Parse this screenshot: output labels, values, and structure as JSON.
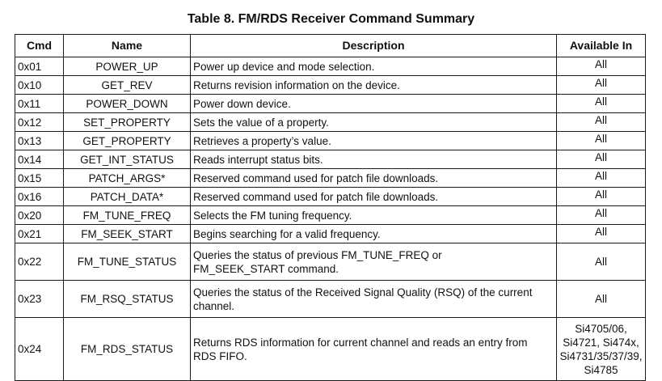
{
  "title": "Table 8. FM/RDS Receiver Command Summary",
  "table": {
    "headers": [
      "Cmd",
      "Name",
      "Description",
      "Available In"
    ],
    "rows": [
      {
        "cmd": "0x01",
        "name": "POWER_UP",
        "description": "Power up device and mode selection.",
        "available": "All"
      },
      {
        "cmd": "0x10",
        "name": "GET_REV",
        "description": "Returns revision information on the device.",
        "available": "All"
      },
      {
        "cmd": "0x11",
        "name": "POWER_DOWN",
        "description": "Power down device.",
        "available": "All"
      },
      {
        "cmd": "0x12",
        "name": "SET_PROPERTY",
        "description": "Sets the value of a property.",
        "available": "All"
      },
      {
        "cmd": "0x13",
        "name": "GET_PROPERTY",
        "description": "Retrieves a property’s value.",
        "available": "All"
      },
      {
        "cmd": "0x14",
        "name": "GET_INT_STATUS",
        "description": "Reads interrupt status bits.",
        "available": "All"
      },
      {
        "cmd": "0x15",
        "name": "PATCH_ARGS*",
        "description": "Reserved command used for patch file downloads.",
        "available": "All"
      },
      {
        "cmd": "0x16",
        "name": "PATCH_DATA*",
        "description": "Reserved command used for patch file downloads.",
        "available": "All"
      },
      {
        "cmd": "0x20",
        "name": "FM_TUNE_FREQ",
        "description": "Selects the FM tuning frequency.",
        "available": "All"
      },
      {
        "cmd": "0x21",
        "name": "FM_SEEK_START",
        "description": "Begins searching for a valid frequency.",
        "available": "All"
      },
      {
        "cmd": "0x22",
        "name": "FM_TUNE_STATUS",
        "description_lines": [
          "Queries the status of previous FM_TUNE_FREQ or",
          "FM_SEEK_START command."
        ],
        "available": "All"
      },
      {
        "cmd": "0x23",
        "name": "FM_RSQ_STATUS",
        "description_lines": [
          "Queries the status of the Received Signal Quality (RSQ) of the current",
          "channel."
        ],
        "available": "All"
      },
      {
        "cmd": "0x24",
        "name": "FM_RDS_STATUS",
        "description_lines": [
          "Returns RDS information for current channel and reads an entry from",
          "RDS FIFO."
        ],
        "available_lines": [
          "Si4705/06,",
          "Si4721, Si474x,",
          "Si4731/35/37/39,",
          "Si4785"
        ]
      }
    ]
  }
}
